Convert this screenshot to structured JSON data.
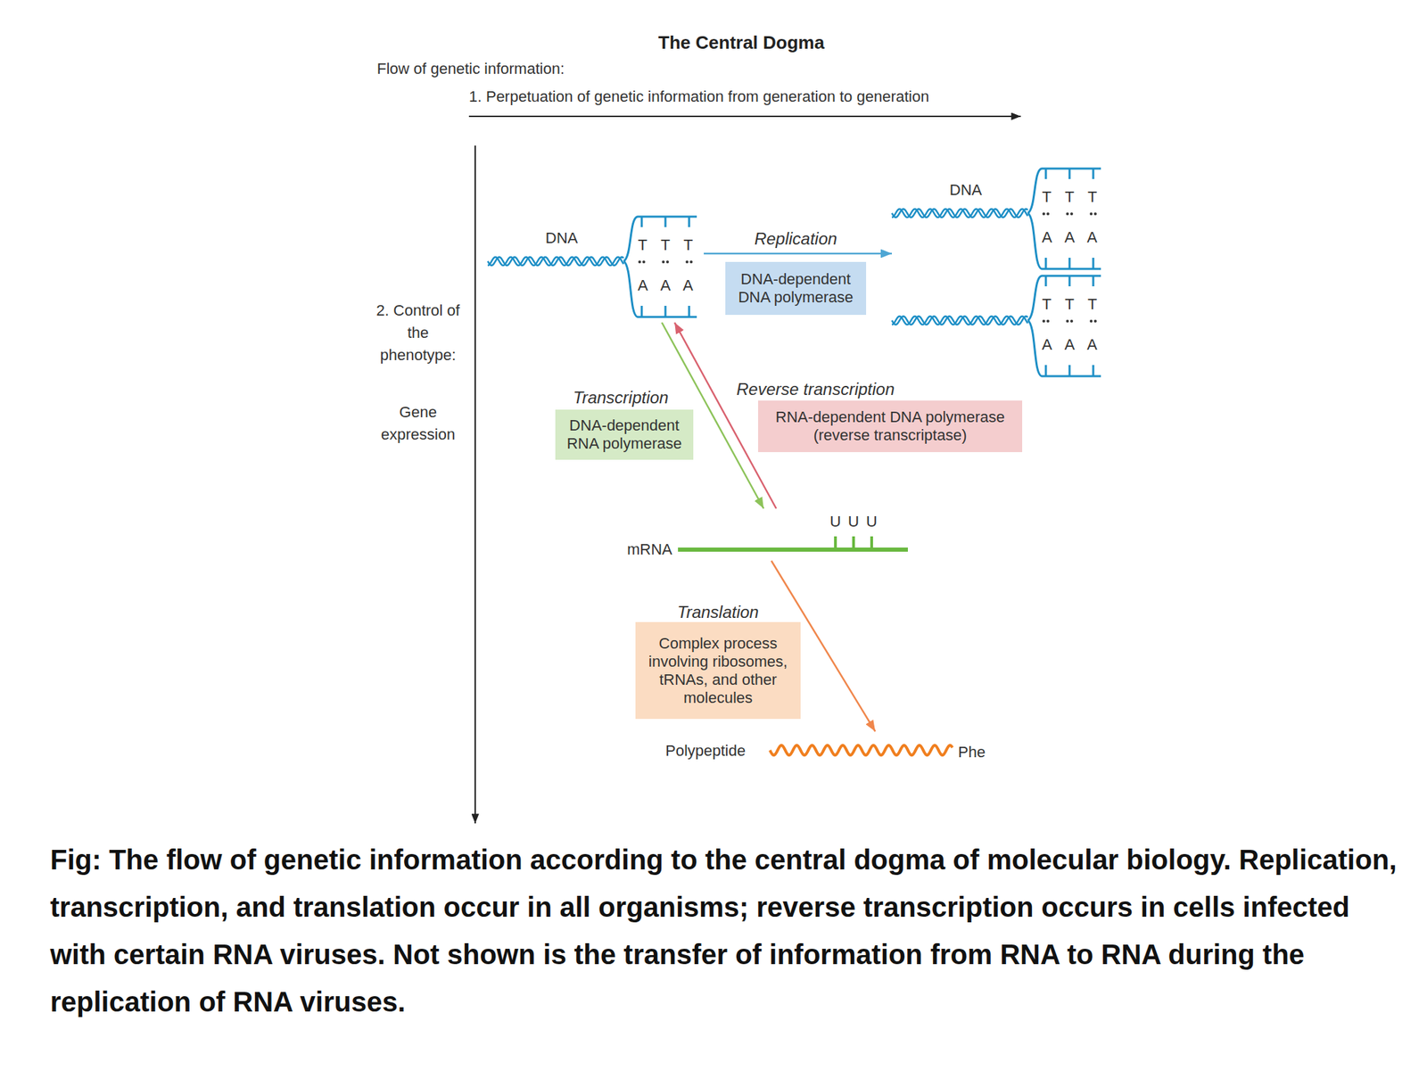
{
  "diagram": {
    "title": "The Central Dogma",
    "caption": "Fig: The flow of genetic information according to the central dogma of molecular biology. Replication, transcription, and translation occur in all organisms; reverse transcription occurs in cells infected with certain RNA viruses. Not shown is the transfer of information from RNA to RNA during the replication of RNA viruses.",
    "nodes": [
      {
        "text": [
          "DNA",
          "T T T",
          "A A A"
        ]
      },
      {
        "text": [
          "Replication",
          "DNA-dependent DNA polymerase"
        ]
      },
      {
        "text": [
          "DNA",
          "T T T",
          "A A A"
        ]
      },
      {
        "text": [
          "T T T",
          "A A A"
        ]
      },
      {
        "text": [
          "Transcription",
          "DNA-dependent RNA polymerase"
        ]
      },
      {
        "text": [
          "Reverse transcription",
          "RNA-dependent DNA polymerase (reverse transcriptase)"
        ]
      },
      {
        "text": [
          "mRNA",
          "U U U"
        ]
      },
      {
        "text": [
          "Translation",
          "Complex process involving ribosomes, tRNAs, and other molecules"
        ]
      },
      {
        "text": [
          "Polypeptide",
          "Phe"
        ]
      }
    ],
    "edges": [
      {
        "from": 0,
        "to": 2,
        "arrow": "to"
      },
      {
        "from": 0,
        "to": 6,
        "arrow": "to"
      },
      {
        "from": 6,
        "to": 0,
        "arrow": "to"
      },
      {
        "from": 6,
        "to": 8,
        "arrow": "to"
      }
    ],
    "labels": [
      "Flow of genetic information:",
      "1. Perpetuation of genetic information from generation to generation",
      "2. Control of the phenotype:",
      "Gene expression"
    ]
  }
}
